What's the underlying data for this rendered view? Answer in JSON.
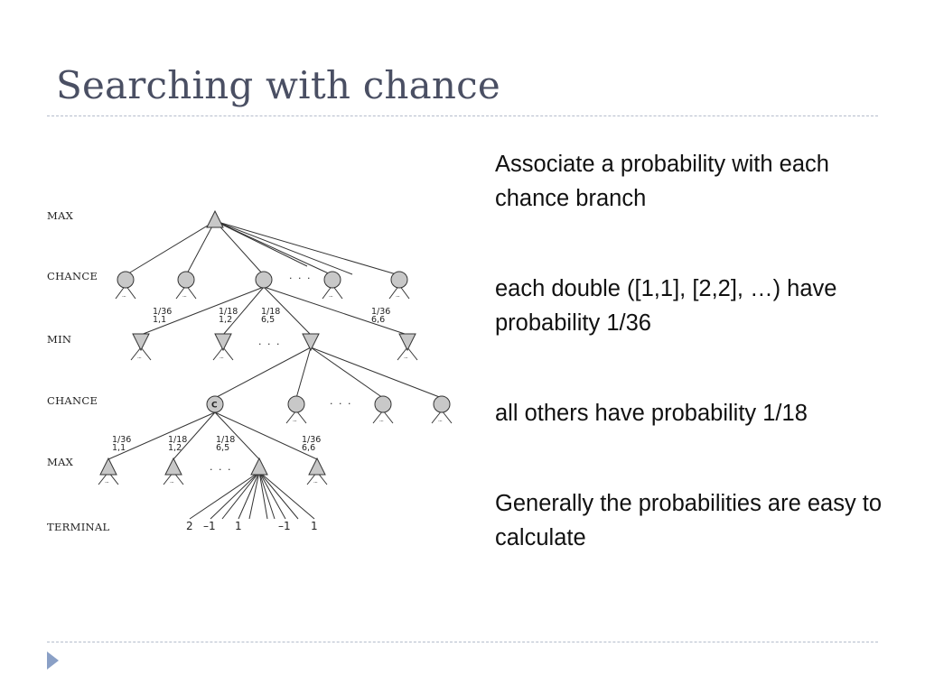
{
  "slide": {
    "title": "Searching with chance",
    "bullets": [
      "Associate a probability with each chance branch",
      "each double ([1,1], [2,2], …) have probability 1/36",
      "all others have probability 1/18",
      "Generally the probabilities are easy to calculate"
    ]
  },
  "diagram": {
    "levels": [
      "MAX",
      "CHANCE",
      "MIN",
      "CHANCE",
      "MAX",
      "TERMINAL"
    ],
    "ellipsis": ". . .",
    "leaf_marker": "...",
    "chance_node_label": "C",
    "branch_labels_top": [
      {
        "prob": "1/36",
        "roll": "1,1"
      },
      {
        "prob": "1/18",
        "roll": "1,2"
      },
      {
        "prob": "1/18",
        "roll": "6,5"
      },
      {
        "prob": "1/36",
        "roll": "6,6"
      }
    ],
    "branch_labels_bottom": [
      {
        "prob": "1/36",
        "roll": "1,1"
      },
      {
        "prob": "1/18",
        "roll": "1,2"
      },
      {
        "prob": "1/18",
        "roll": "6,5"
      },
      {
        "prob": "1/36",
        "roll": "6,6"
      }
    ],
    "terminal_values": [
      "2",
      "–1",
      "1",
      "–1",
      "1"
    ]
  },
  "colors": {
    "node_fill": "#c8c8c8",
    "edge": "#333333",
    "title": "#4a4f63",
    "footer_arrow": "#8aa0c6"
  }
}
